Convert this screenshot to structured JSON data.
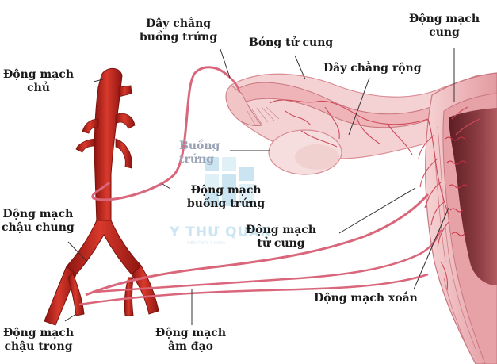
{
  "labels": {
    "aorta": [
      "Động mạch",
      "chủ"
    ],
    "ovarian_ligament": [
      "Dây chằng",
      "buồng trứng"
    ],
    "fallopian_tube": "Bóng tử cung",
    "broad_ligament": "Dây chằng rộng",
    "uterine_fundus_artery": [
      "Động mạch",
      "cung"
    ],
    "ovary": [
      "Buồng",
      "trứng"
    ],
    "ovarian_artery": [
      "Động mạch",
      "buồng trứng"
    ],
    "common_iliac": [
      "Động mạch",
      "chậu chung"
    ],
    "uterine_artery": [
      "Động mạch",
      "tử cung"
    ],
    "spiral_artery": "Động mạch xoắn",
    "internal_iliac": [
      "Động mạch",
      "chậu trong"
    ],
    "vaginal_artery": [
      "Động mạch",
      "âm đạo"
    ]
  },
  "watermark": {
    "text": "Y THƯ QUÁN",
    "subtext": "KIẾN THỨC Y KHOA"
  },
  "colors": {
    "artery": "#c62a1f",
    "artery_dark": "#8e1510",
    "artery_highlight": "#e8665a",
    "vessel_pink": "#d9667a",
    "tissue_pink": "#f2c6c8",
    "tissue_edge": "#d98b93",
    "uterine_wall": "#e9a8ad",
    "cavity": "#7a2f36",
    "ovary_fill": "#f6dede",
    "leader": "#333333"
  }
}
